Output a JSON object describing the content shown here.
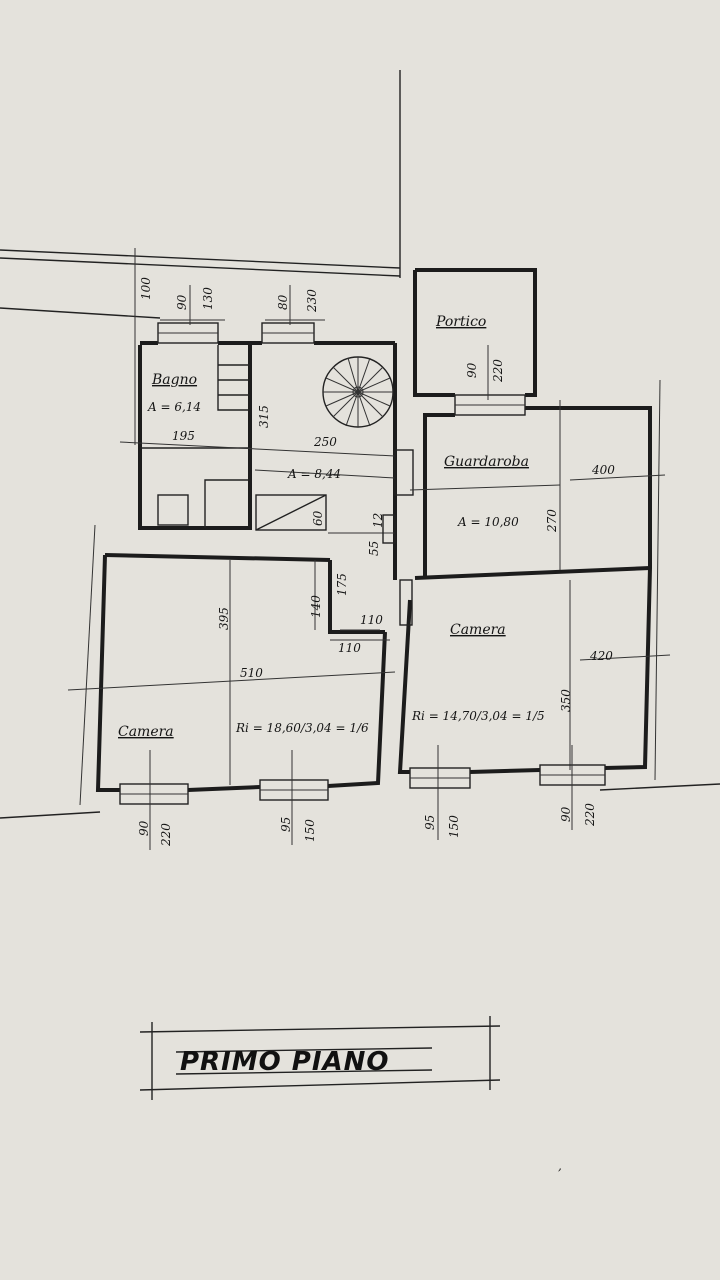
{
  "rooms": {
    "portico": "Portico",
    "bagno": "Bagno",
    "bagno_area": "A = 6,14",
    "stair_area": "A = 8,44",
    "guardaroba": "Guardaroba",
    "guardaroba_area": "A = 10,80",
    "camera_right": "Camera",
    "camera_right_ratio": "Ri = 14,70/3,04 = 1/5",
    "camera_left": "Camera",
    "camera_left_ratio": "Ri = 18,60/3,04 = 1/6"
  },
  "dimensions": {
    "d100": "100",
    "bagno_win_w": "90",
    "bagno_win_h": "130",
    "stair_win_w": "80",
    "stair_win_h": "230",
    "d315": "315",
    "d195": "195",
    "d250": "250",
    "portico_win_w": "90",
    "portico_win_h": "220",
    "d400": "400",
    "d270": "270",
    "d60": "60",
    "d55": "55",
    "d12": "12",
    "d175": "175",
    "d140": "140",
    "d110a": "110",
    "d110b": "110",
    "d395": "395",
    "d510": "510",
    "d420": "420",
    "d350": "350",
    "win1_w": "90",
    "win1_h": "220",
    "win2_w": "95",
    "win2_h": "150",
    "win3_w": "95",
    "win3_h": "150",
    "win4_w": "90",
    "win4_h": "220"
  },
  "title": "PRIMO PIANO"
}
